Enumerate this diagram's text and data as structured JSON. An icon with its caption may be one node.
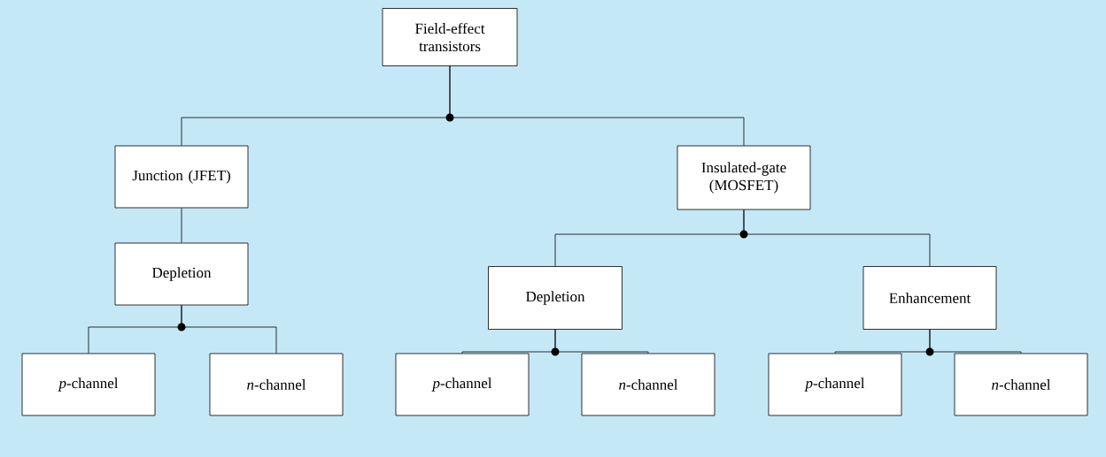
{
  "diagram": {
    "nodes": [
      {
        "text": [
          "Field-effect transistors"
        ]
      },
      {
        "text": [
          "Junction (JFET)"
        ]
      },
      {
        "text": [
          "Insulated-gate (MOSFET)"
        ]
      },
      {
        "text": [
          "Depletion"
        ]
      },
      {
        "text": [
          "Depletion"
        ]
      },
      {
        "text": [
          "Enhancement"
        ]
      },
      {
        "text": [
          "*p*-channel"
        ]
      },
      {
        "text": [
          "*n*-channel"
        ]
      },
      {
        "text": [
          "*p*-channel"
        ]
      },
      {
        "text": [
          "*n*-channel"
        ]
      },
      {
        "text": [
          "*p*-channel"
        ]
      },
      {
        "text": [
          "*n*-channel"
        ]
      }
    ],
    "edges": [
      {
        "from": 0,
        "to": 1,
        "arrow": "none"
      },
      {
        "from": 0,
        "to": 2,
        "arrow": "none"
      },
      {
        "from": 1,
        "to": 3,
        "arrow": "none"
      },
      {
        "from": 2,
        "to": 4,
        "arrow": "none"
      },
      {
        "from": 2,
        "to": 5,
        "arrow": "none"
      },
      {
        "from": 3,
        "to": 6,
        "arrow": "none"
      },
      {
        "from": 3,
        "to": 7,
        "arrow": "none"
      },
      {
        "from": 4,
        "to": 8,
        "arrow": "none"
      },
      {
        "from": 4,
        "to": 9,
        "arrow": "none"
      },
      {
        "from": 5,
        "to": 10,
        "arrow": "none"
      },
      {
        "from": 5,
        "to": 11,
        "arrow": "none"
      }
    ]
  }
}
